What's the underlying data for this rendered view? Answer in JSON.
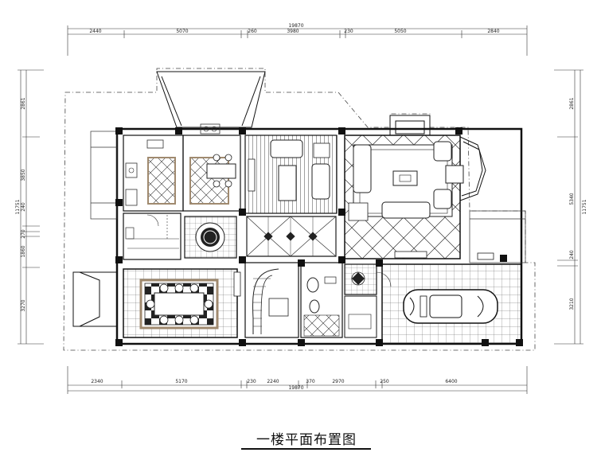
{
  "title": "一楼平面布置图",
  "dimensions": {
    "top_total": "19870",
    "top_segments": [
      "2440",
      "5070",
      "260",
      "3980",
      "230",
      "5050",
      "2840"
    ],
    "bottom_total": "19870",
    "bottom_segments": [
      "2340",
      "5170",
      "230",
      "2240",
      "370",
      "2970",
      "250",
      "6400"
    ],
    "left_total": "11751",
    "left_segments": [
      "2861",
      "3850",
      "240",
      "270",
      "1860",
      "3270"
    ],
    "right_total": "11751",
    "right_segments": [
      "2861",
      "5340",
      "240",
      "3210"
    ]
  },
  "colors": {
    "line": "#111111",
    "accent": "#a08a6f",
    "wall": "#111111"
  }
}
